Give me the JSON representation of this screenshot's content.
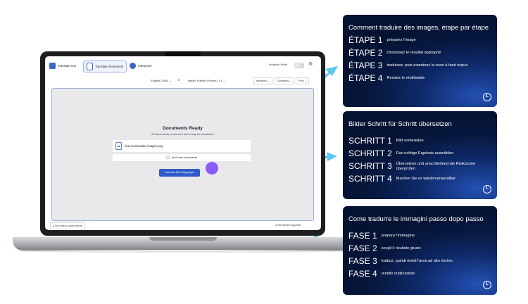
{
  "app": {
    "nav_tabs": [
      {
        "label": "Translate text"
      },
      {
        "label": "Translate documents"
      },
      {
        "label": "Interpreter"
      }
    ],
    "incognito_label": "Incognito Mode",
    "source_language": "English (USA) ⌄",
    "target_language": "Italian, French (France), +1 ⌄",
    "options": [
      "Memories ⌄",
      "Glossaries ⌄",
      "Pivot ⌄"
    ],
    "ready_title": "Documents Ready",
    "ready_subtitle": "All documents processed and ready for translation",
    "file_name": "how-to-translate-images.png",
    "add_more_label": "Add more documents",
    "translate_button": "Translate into 3 languages",
    "footer_left": "Your data is in good hands",
    "footer_right": "15 file formats supported",
    "accent_color": "#2f5ac9"
  },
  "cards": [
    {
      "title": "Comment traduire des images, étape par étape",
      "steps": [
        {
          "num": "ÉTAPE 1",
          "text": "préparez l'image"
        },
        {
          "num": "ÉTAPE 2",
          "text": "choisissez le résultat approprié"
        },
        {
          "num": "ÉTAPE 3",
          "text": "traduisez, puis examinez la zone à haut risque"
        },
        {
          "num": "ÉTAPE 4",
          "text": "Rendez-le réutilisable"
        }
      ]
    },
    {
      "title": "Bilder Schritt für Schritt übersetzen",
      "steps": [
        {
          "num": "SCHRITT 1",
          "text": "Bild vorbereiten"
        },
        {
          "num": "SCHRITT 2",
          "text": "Das richtige Ergebnis auswählen"
        },
        {
          "num": "SCHRITT 3",
          "text": "Übersetzen und anschließend die Risikozone überprüfen"
        },
        {
          "num": "SCHRITT 4",
          "text": "Machen Sie es wiederverwendbar"
        }
      ]
    },
    {
      "title": "Come tradurre le immagini passo dopo passo",
      "steps": [
        {
          "num": "FASE 1",
          "text": "prepara l'immagine"
        },
        {
          "num": "FASE 2",
          "text": "scegli il risultato giusto"
        },
        {
          "num": "FASE 3",
          "text": "traduci, quindi rivedi l'area ad alto rischio."
        },
        {
          "num": "FASE 4",
          "text": "rendilo riutilizzabile"
        }
      ]
    }
  ],
  "logo_letter": "L",
  "arrow_colors": [
    "#8b5cf6",
    "#5cc8f0"
  ]
}
